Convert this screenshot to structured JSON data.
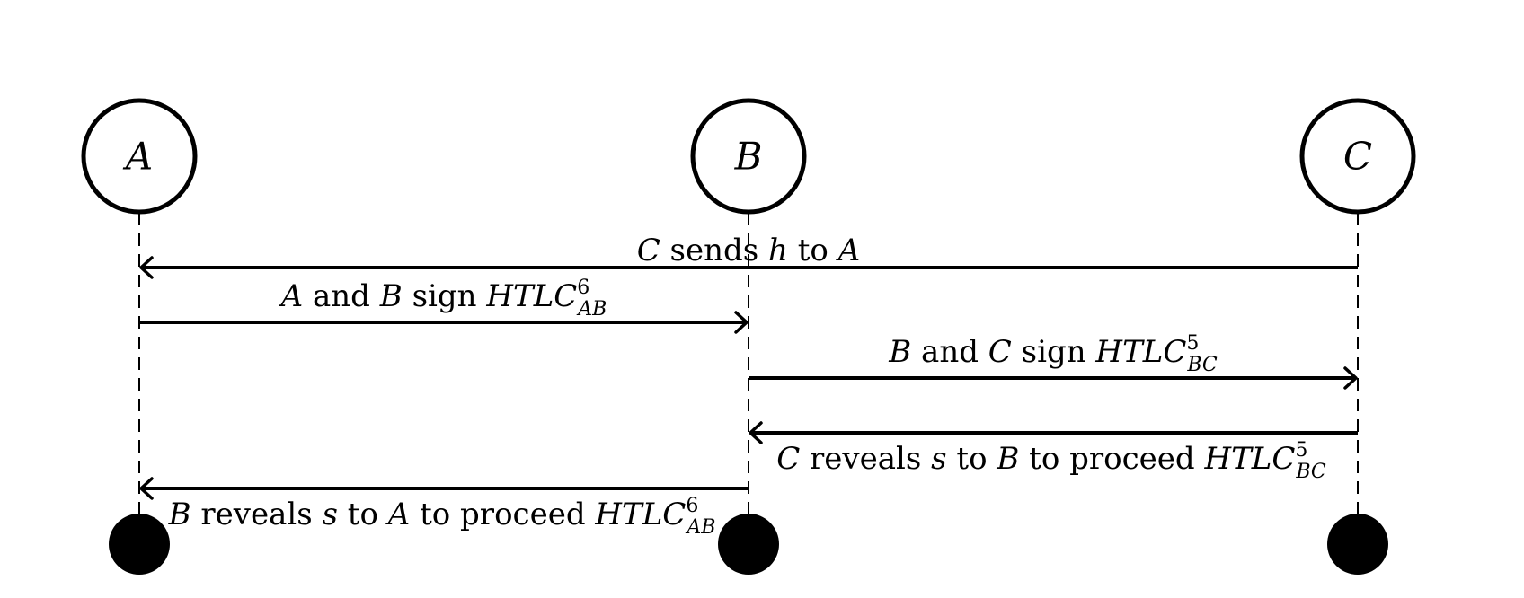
{
  "nodes": [
    {
      "id": "A",
      "label": "A"
    },
    {
      "id": "B",
      "label": "B"
    },
    {
      "id": "C",
      "label": "C"
    }
  ],
  "messages": [
    {
      "id": "msg1",
      "from": "C",
      "to": "A",
      "parts": [
        {
          "t": "C",
          "italic": true
        },
        {
          "t": " sends "
        },
        {
          "t": "h",
          "italic": true
        },
        {
          "t": " to "
        },
        {
          "t": "A",
          "italic": true
        }
      ]
    },
    {
      "id": "msg2",
      "from": "A",
      "to": "B",
      "parts": [
        {
          "t": "A",
          "italic": true
        },
        {
          "t": " and "
        },
        {
          "t": "B",
          "italic": true
        },
        {
          "t": " sign "
        },
        {
          "t": "HTLC",
          "italic": true
        },
        {
          "sup": "6",
          "sub": "AB"
        }
      ]
    },
    {
      "id": "msg3",
      "from": "B",
      "to": "C",
      "parts": [
        {
          "t": "B",
          "italic": true
        },
        {
          "t": " and "
        },
        {
          "t": "C",
          "italic": true
        },
        {
          "t": " sign "
        },
        {
          "t": "HTLC",
          "italic": true
        },
        {
          "sup": "5",
          "sub": "BC"
        }
      ]
    },
    {
      "id": "msg4",
      "from": "C",
      "to": "B",
      "parts": [
        {
          "t": "C",
          "italic": true
        },
        {
          "t": " reveals "
        },
        {
          "t": "s",
          "italic": true
        },
        {
          "t": " to "
        },
        {
          "t": "B",
          "italic": true
        },
        {
          "t": " to proceed "
        },
        {
          "t": "HTLC",
          "italic": true
        },
        {
          "sup": "5",
          "sub": "BC"
        }
      ]
    },
    {
      "id": "msg5",
      "from": "B",
      "to": "A",
      "parts": [
        {
          "t": "B",
          "italic": true
        },
        {
          "t": " reveals "
        },
        {
          "t": "s",
          "italic": true
        },
        {
          "t": " to "
        },
        {
          "t": "A",
          "italic": true
        },
        {
          "t": " to proceed "
        },
        {
          "t": "HTLC",
          "italic": true
        },
        {
          "sup": "6",
          "sub": "AB"
        }
      ]
    }
  ]
}
